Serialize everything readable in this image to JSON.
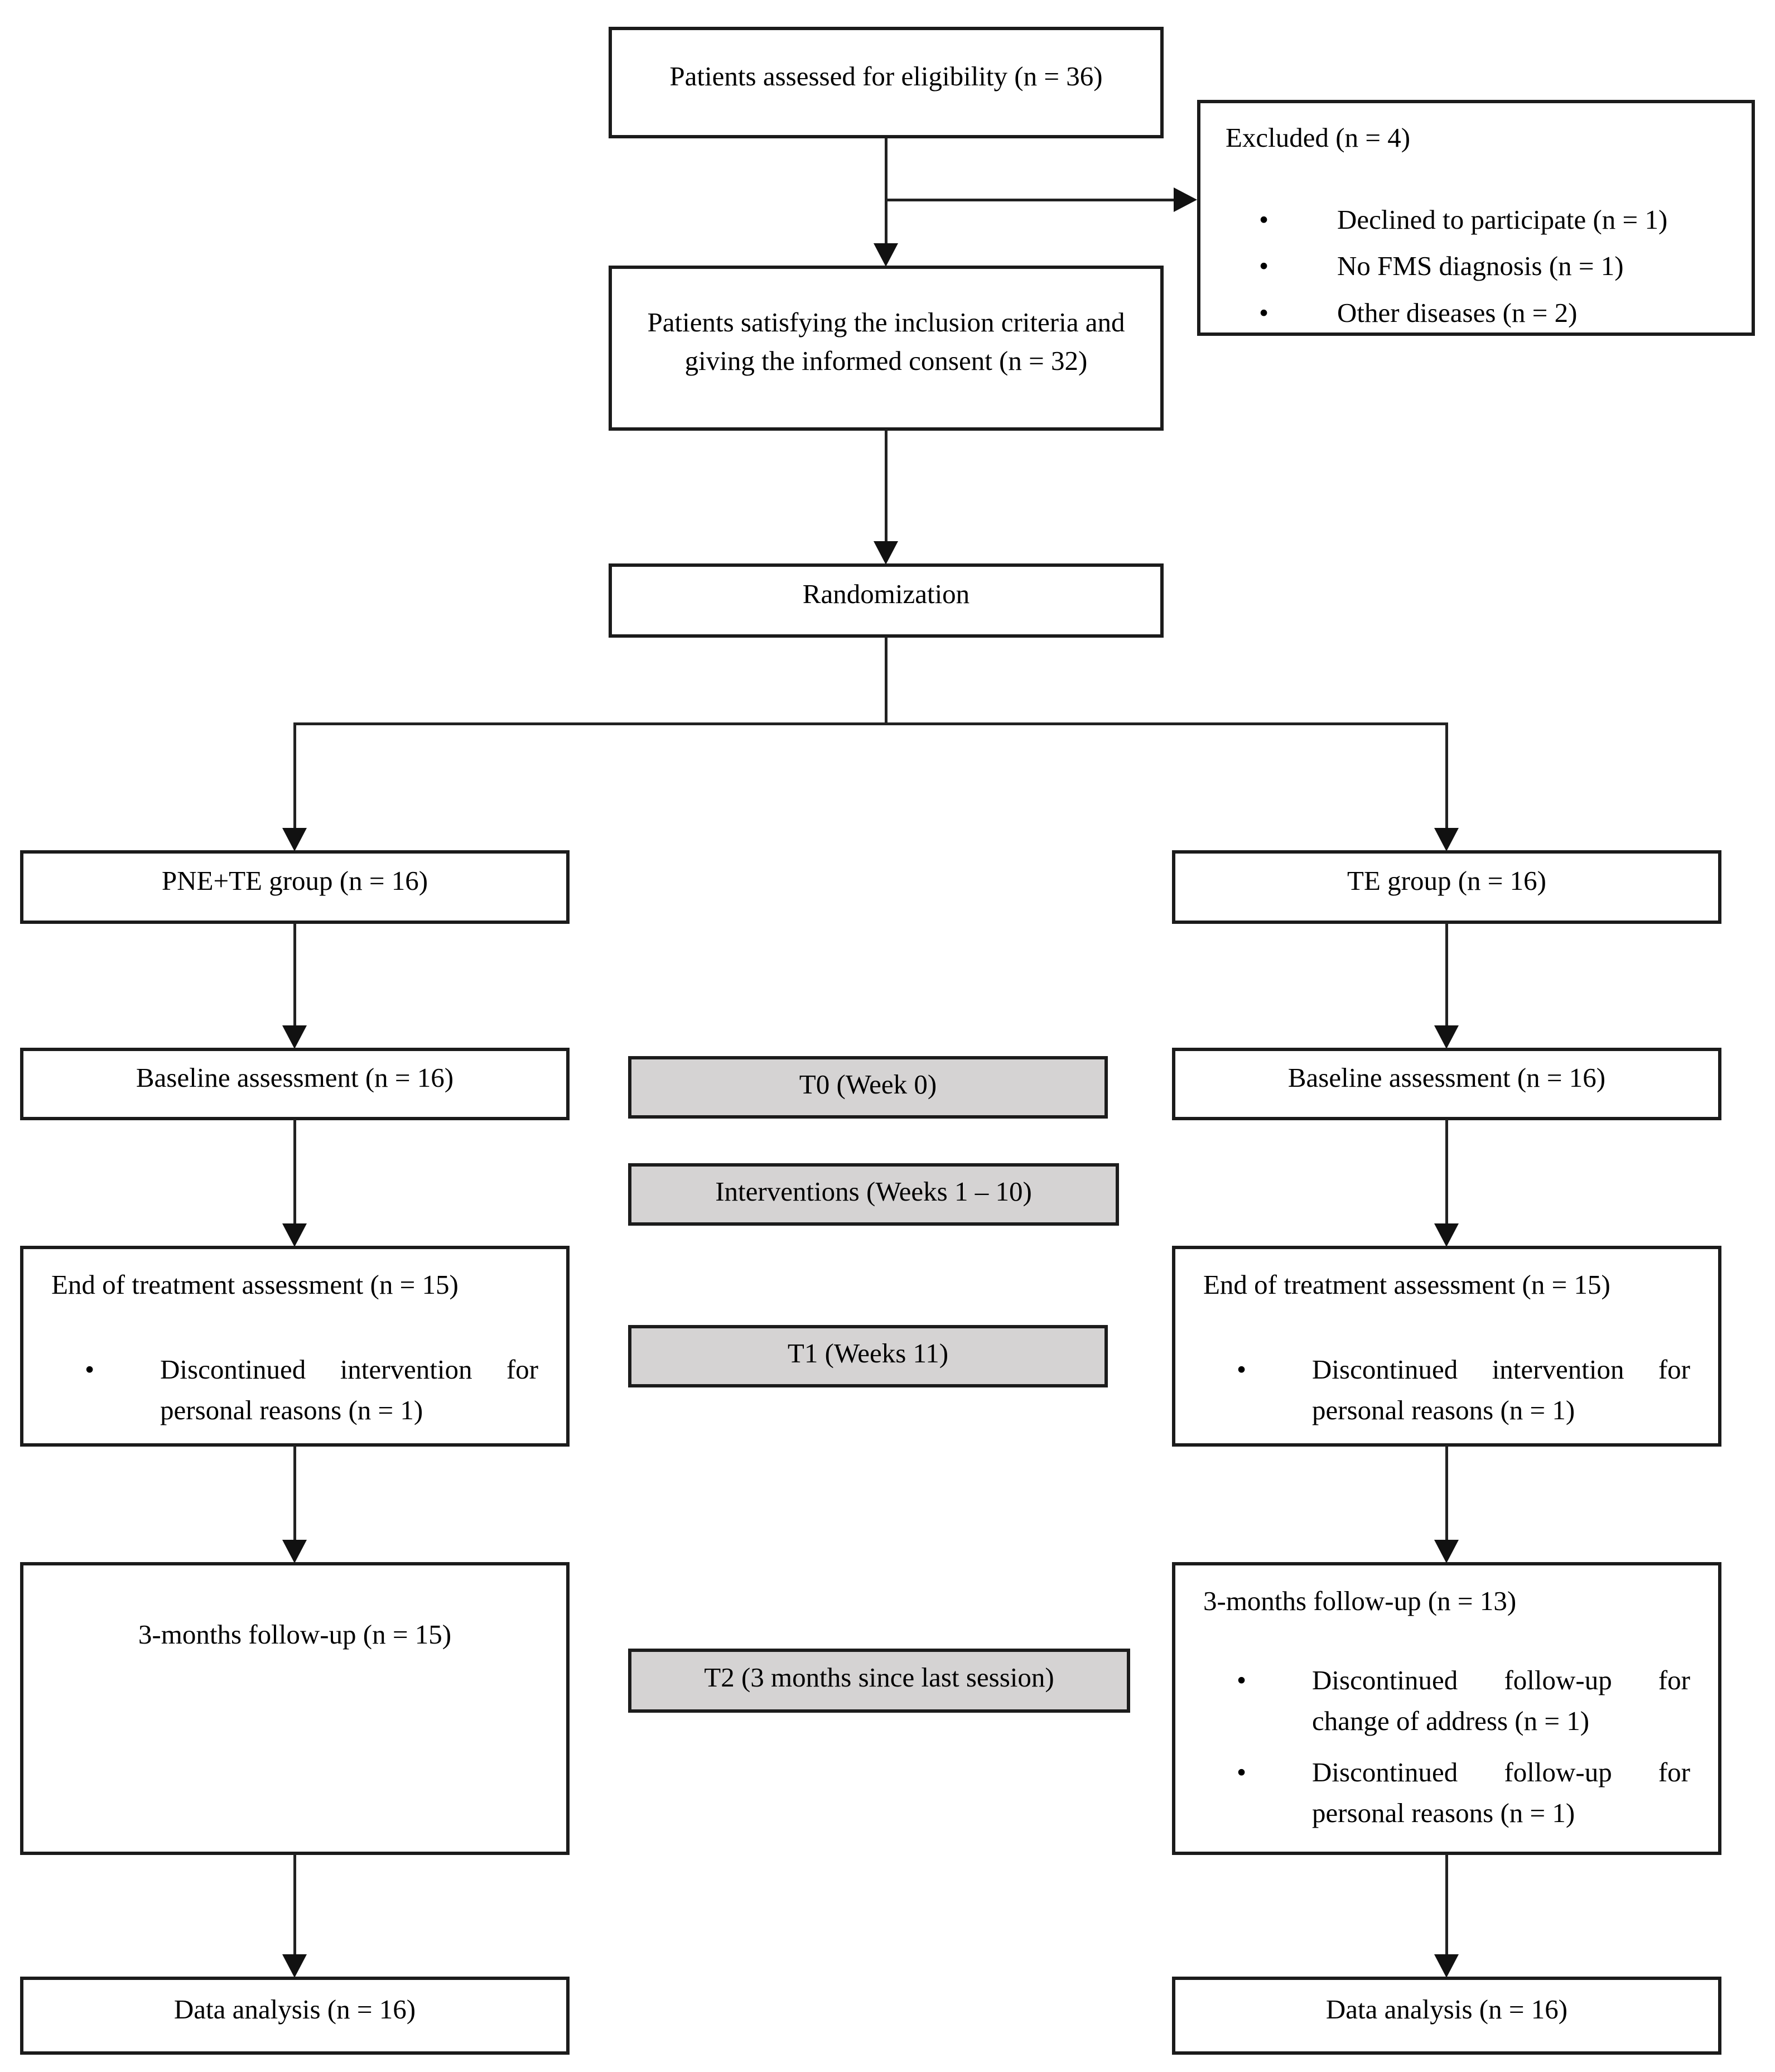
{
  "flowchart": {
    "eligibility": {
      "label": "Patients assessed for eligibility (n = 36)"
    },
    "excluded": {
      "title": "Excluded (n = 4)",
      "items": [
        "Declined to participate (n = 1)",
        "No FMS diagnosis (n = 1)",
        "Other diseases (n = 2)"
      ]
    },
    "inclusion": {
      "label": "Patients satisfying the inclusion criteria and giving the informed consent (n = 32)"
    },
    "randomization": {
      "label": "Randomization"
    },
    "left": {
      "group": "PNE+TE group (n = 16)",
      "baseline": "Baseline assessment (n = 16)",
      "end_of_treatment": {
        "title": "End of treatment assessment (n = 15)",
        "items": [
          "Discontinued intervention for personal reasons (n = 1)"
        ]
      },
      "followup": {
        "title": "3-months follow-up (n = 15)"
      },
      "data_analysis": "Data analysis (n = 16)"
    },
    "right": {
      "group": "TE group (n = 16)",
      "baseline": "Baseline assessment (n = 16)",
      "end_of_treatment": {
        "title": "End of treatment assessment (n = 15)",
        "items": [
          "Discontinued intervention for personal reasons (n = 1)"
        ]
      },
      "followup": {
        "title": "3-months follow-up (n = 13)",
        "items": [
          "Discontinued follow-up for change of address (n = 1)",
          "Discontinued follow-up for personal reasons (n = 1)"
        ]
      },
      "data_analysis": "Data analysis (n = 16)"
    },
    "timeline": {
      "t0": "T0 (Week 0)",
      "interventions": "Interventions (Weeks 1 – 10)",
      "t1": "T1 (Weeks 11)",
      "t2": "T2 (3 months since last session)"
    },
    "colors": {
      "timeline_fill": "#d5d3d3",
      "box_border": "#1b1b1b",
      "background": "#ffffff"
    }
  }
}
